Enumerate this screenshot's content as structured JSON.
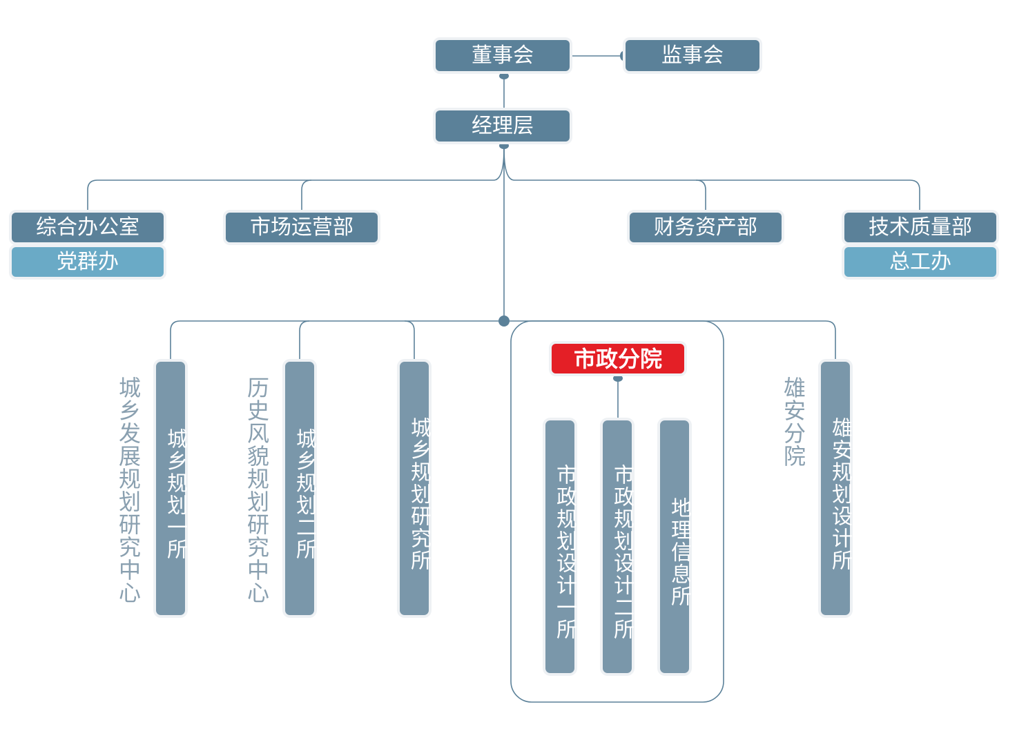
{
  "top": {
    "board": "董事会",
    "supervisors": "监事会",
    "management": "经理层"
  },
  "departments": {
    "general_office": "综合办公室",
    "party_office": "党群办",
    "marketing": "市场运营部",
    "finance": "财务资产部",
    "tech_quality": "技术质量部",
    "chief_engineer": "总工办"
  },
  "institutes": {
    "urban_rural_1": "城乡规划一所",
    "urban_rural_1_side": "城乡发展规划研究中心",
    "urban_rural_2": "城乡规划二所",
    "urban_rural_2_side": "历史风貌规划研究中心",
    "research": "城乡规划研究所",
    "xiongan": "雄安规划设计所",
    "xiongan_side": "雄安分院"
  },
  "municipal": {
    "title": "市政分院",
    "design_1": "市政规划设计一所",
    "design_2": "市政规划设计二所",
    "geo_info": "地理信息所"
  },
  "colors": {
    "primary": "#5b8199",
    "secondary": "#6aaac6",
    "vertical": "#7a97aa",
    "highlight": "#e41f26",
    "line": "#5b8199",
    "side_text": "#8aa0b0"
  }
}
